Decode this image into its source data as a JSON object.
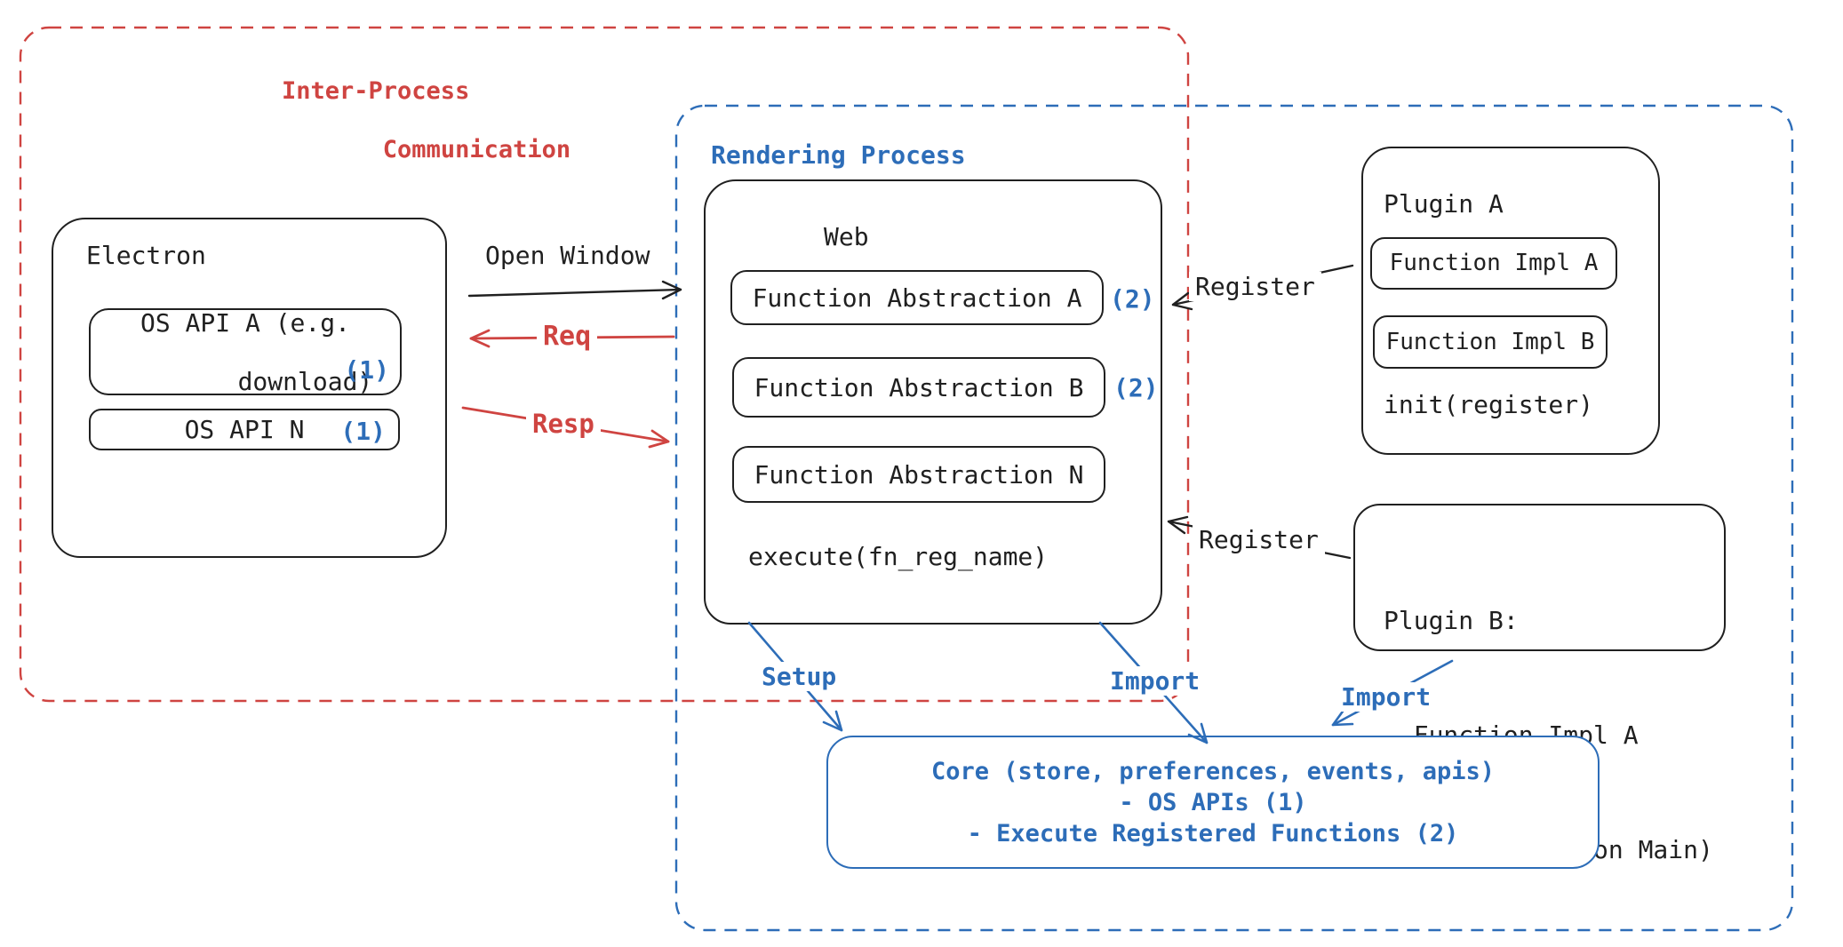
{
  "colors": {
    "red": "#cf4441",
    "blue": "#2d6db8",
    "ink": "#202020",
    "bg": "#ffffff"
  },
  "ipc_container": {
    "title_line1": "Inter-Process",
    "title_line2": "Communication"
  },
  "rendering_container": {
    "title": "Rendering Process"
  },
  "electron": {
    "title": "Electron",
    "api_a": {
      "line1": "OS API A (e.g.",
      "line2": "download)",
      "badge": "(1)"
    },
    "api_n": {
      "label": "OS API N",
      "badge": "(1)"
    }
  },
  "web": {
    "title": "Web",
    "abstractions": [
      {
        "label": "Function Abstraction A",
        "badge": "(2)"
      },
      {
        "label": "Function Abstraction B",
        "badge": "(2)"
      },
      {
        "label": "Function Abstraction N",
        "badge": ""
      }
    ],
    "footer": "execute(fn_reg_name)"
  },
  "plugin_a": {
    "title": "Plugin A",
    "impl_a": "Function Impl A",
    "impl_b": "Function Impl B",
    "footer": "init(register)"
  },
  "plugin_b": {
    "line1": "Plugin B:",
    "line2": "- Function Impl A",
    "line3": "- Module (run on Main)"
  },
  "core": {
    "line1": "Core (store, preferences, events, apis)",
    "line2": "- OS APIs (1)",
    "line3": "- Execute Registered Functions (2)"
  },
  "labels": {
    "open_window": "Open Window",
    "req": "Req",
    "resp": "Resp",
    "register_top": "Register",
    "register_bottom": "Register",
    "setup": "Setup",
    "import_web": "Import",
    "import_plugin": "Import"
  }
}
